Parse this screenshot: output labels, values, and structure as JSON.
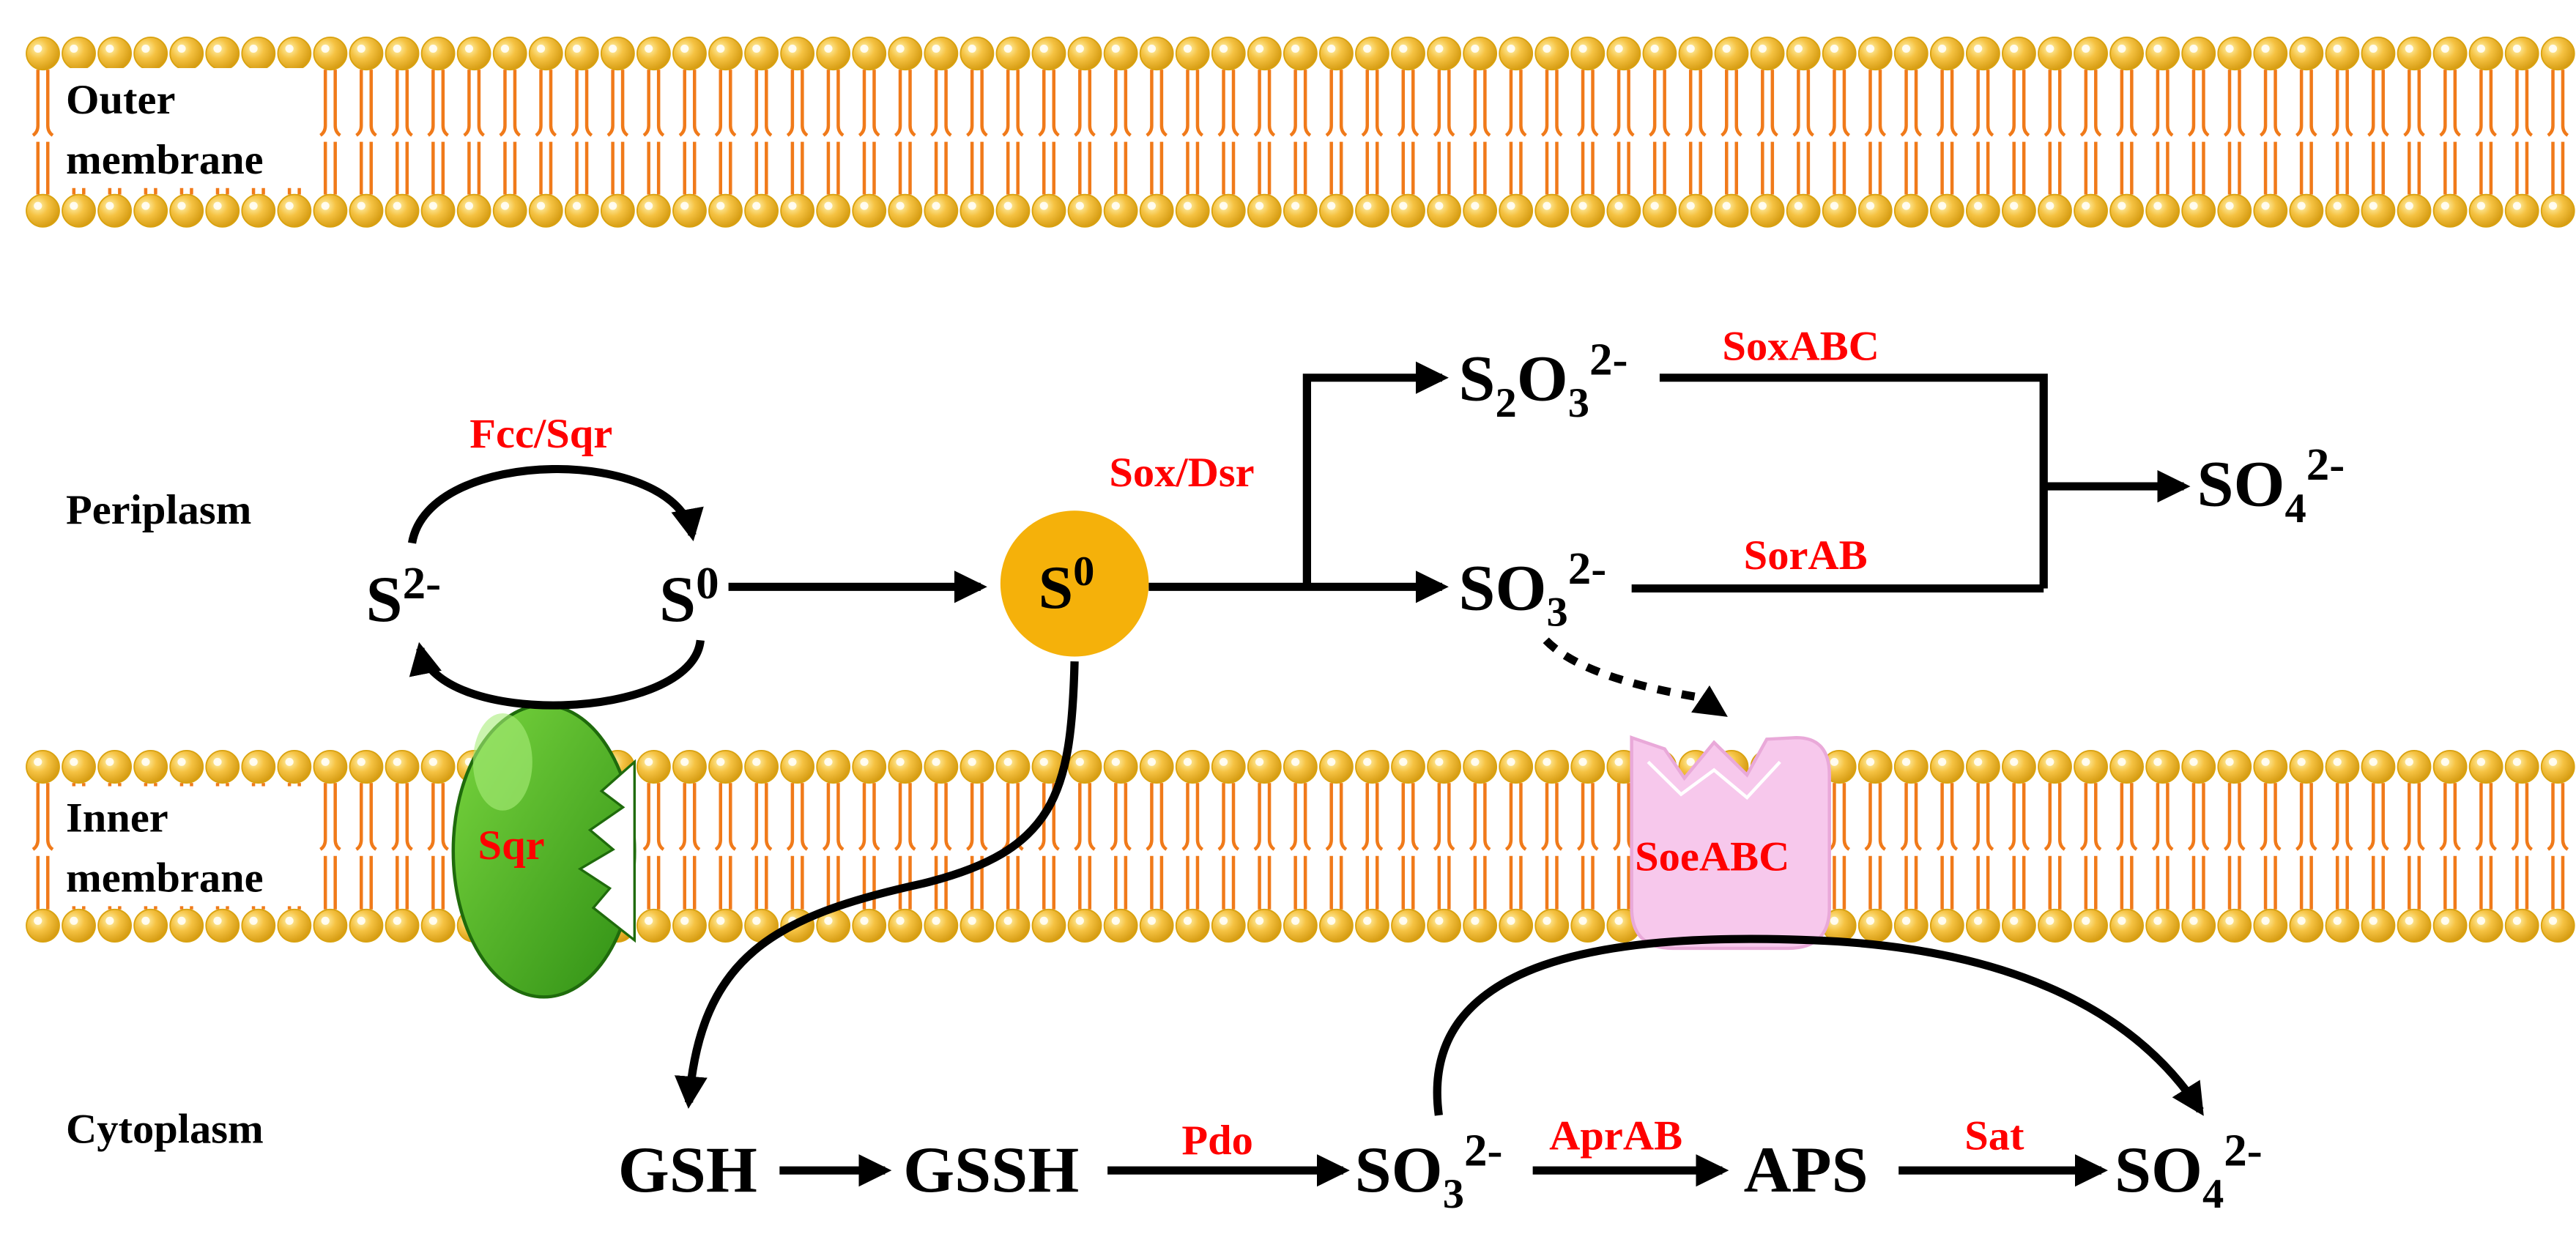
{
  "membranes": {
    "outer_label": [
      "Outer",
      "membrane"
    ],
    "inner_label": [
      "Inner",
      "membrane"
    ]
  },
  "compartments": {
    "periplasm": "Periplasm",
    "cytoplasm": "Cytoplasm"
  },
  "species": {
    "sulfide": {
      "base": "S",
      "sup": "2-"
    },
    "s0_small": {
      "base": "S",
      "sup": "0"
    },
    "s0_big": {
      "base": "S",
      "sup": "0"
    },
    "thiosulfate": {
      "a": "S",
      "sub1": "2",
      "b": "O",
      "sub2": "3",
      "sup": "2-"
    },
    "sulfite_peri": {
      "base": "SO",
      "sub": "3",
      "sup": "2-"
    },
    "sulfate_peri": {
      "base": "SO",
      "sub": "4",
      "sup": "2-"
    },
    "gsh": "GSH",
    "gssh": "GSSH",
    "sulfite_cyto": {
      "base": "SO",
      "sub": "3",
      "sup": "2-"
    },
    "aps": "APS",
    "sulfate_cyto": {
      "base": "SO",
      "sub": "4",
      "sup": "2-"
    }
  },
  "enzymes": {
    "fcc_sqr": "Fcc/Sqr",
    "sox_dsr": "Sox/Dsr",
    "soxabc": "SoxABC",
    "sorab": "SorAB",
    "sqr": "Sqr",
    "soeabc": "SoeABC",
    "pdo": "Pdo",
    "aprab": "AprAB",
    "sat": "Sat"
  },
  "colors": {
    "lipid_head": "#f5c242",
    "lipid_tail": "#f07a1a",
    "enzyme_text": "#ff0000",
    "sqr_protein": "#44b51f",
    "soe_protein": "#f7c8ec",
    "s0_sphere": "#f5b10a"
  }
}
